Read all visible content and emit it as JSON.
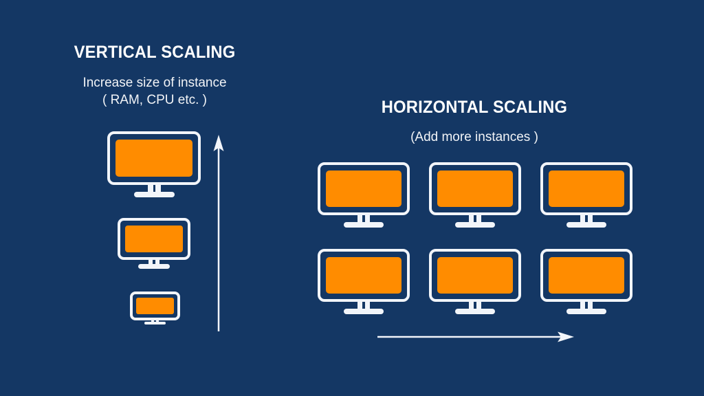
{
  "slide": {
    "background_color": "#143764",
    "accent_color": "#FF8C00",
    "line_color": "#F2F5FA"
  },
  "vertical_panel": {
    "title": "VERTICAL SCALING",
    "subtitle": "Increase size of instance\n( RAM, CPU etc. )",
    "arrow_label": "upward-growth-arrow",
    "monitors": [
      {
        "name": "large-instance",
        "size": "large"
      },
      {
        "name": "medium-instance",
        "size": "medium"
      },
      {
        "name": "small-instance",
        "size": "small"
      }
    ]
  },
  "horizontal_panel": {
    "title": "HORIZONTAL SCALING",
    "subtitle": "(Add more instances )",
    "arrow_label": "rightward-growth-arrow",
    "monitor_count": 6,
    "grid": {
      "rows": 2,
      "columns": 3
    },
    "monitors": [
      {
        "name": "instance-1"
      },
      {
        "name": "instance-2"
      },
      {
        "name": "instance-3"
      },
      {
        "name": "instance-4"
      },
      {
        "name": "instance-5"
      },
      {
        "name": "instance-6"
      }
    ]
  }
}
